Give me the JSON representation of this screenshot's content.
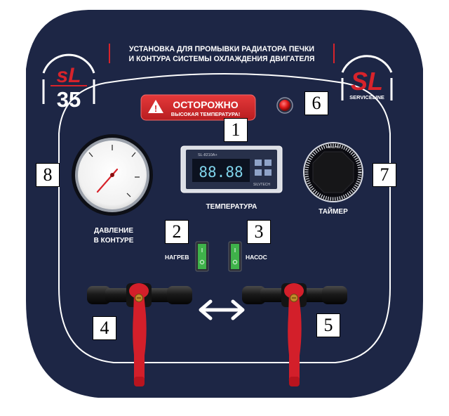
{
  "header": {
    "line1": "УСТАНОВКА ДЛЯ ПРОМЫВКИ РАДИАТОРА ПЕЧКИ",
    "line2": "И КОНТУРА СИСТЕМЫ ОХЛАЖДЕНИЯ ДВИГАТЕЛЯ"
  },
  "logo_left": {
    "letters": "sL",
    "model": "35"
  },
  "logo_right": {
    "letters": "SL",
    "brand": "SERVICELINE"
  },
  "warning": {
    "title": "ОСТОРОЖНО",
    "subtitle": "ВЫСОКАЯ ТЕМПЕРАТУРА!"
  },
  "controller": {
    "model": "SL-8210A+",
    "display": "88.88",
    "maker": "SILVTECH"
  },
  "labels": {
    "temperature": "ТЕМПЕРАТУРА",
    "timer": "ТАЙМЕР",
    "pressure_line1": "ДАВЛЕНИЕ",
    "pressure_line2": "В КОНТУРЕ",
    "heat": "НАГРЕВ",
    "pump": "НАСОС",
    "timer_face": "MINUTE"
  },
  "callouts": {
    "c1": "1",
    "c2": "2",
    "c3": "3",
    "c4": "4",
    "c5": "5",
    "c6": "6",
    "c7": "7",
    "c8": "8"
  },
  "colors": {
    "panel": "#1d2645",
    "panel_border": "#ffffff",
    "accent_red": "#d7232b",
    "warning_red": "#d62a2a",
    "led_red": "#e01818",
    "display_cyan": "#7fd3ea",
    "switch_green": "#3fb24a"
  },
  "icons": {
    "arrow": "double-arrow-icon",
    "warning": "warning-triangle-icon"
  }
}
